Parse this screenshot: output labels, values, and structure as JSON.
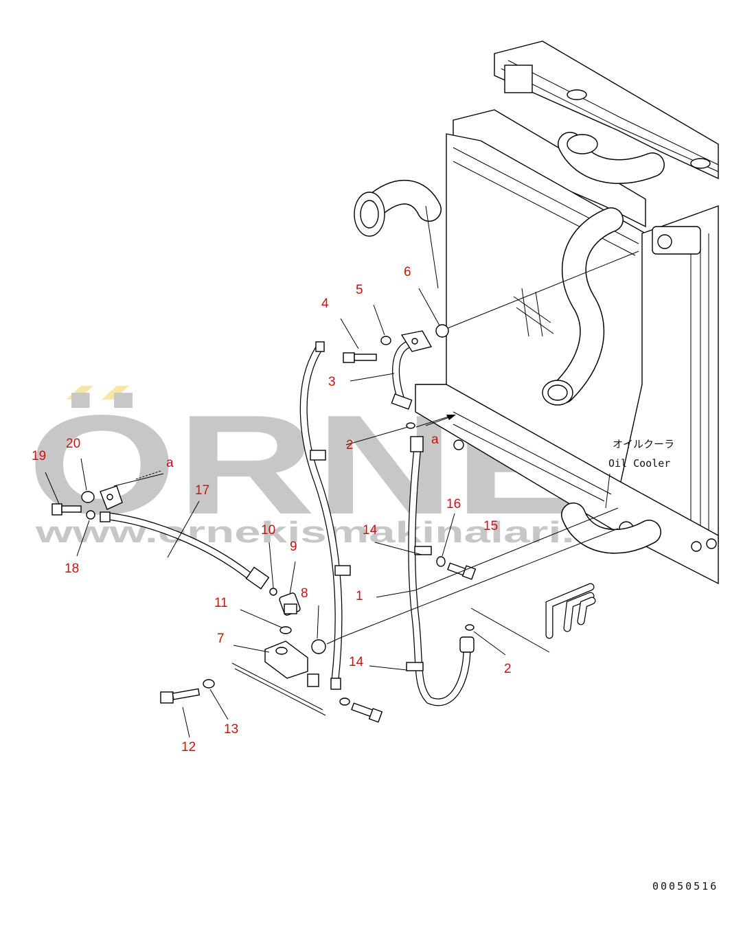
{
  "watermark": {
    "brand": "ÖRNEK",
    "url": "www.ornekismakinalari.com.tr",
    "color": "#9a9a9a",
    "accent": "#f2d25a"
  },
  "labels": {
    "oil_cooler_jp": "オイルクーラ",
    "oil_cooler_en": "Oil Cooler",
    "ref_a_1": "a",
    "ref_a_2": "a",
    "drawing_number": "00050516"
  },
  "callouts": [
    {
      "id": "c6",
      "text": "6"
    },
    {
      "id": "c5",
      "text": "5"
    },
    {
      "id": "c4",
      "text": "4"
    },
    {
      "id": "c3",
      "text": "3"
    },
    {
      "id": "c2a",
      "text": "2"
    },
    {
      "id": "c20",
      "text": "20"
    },
    {
      "id": "c19",
      "text": "19"
    },
    {
      "id": "c17",
      "text": "17"
    },
    {
      "id": "c18",
      "text": "18"
    },
    {
      "id": "c10",
      "text": "10"
    },
    {
      "id": "c9",
      "text": "9"
    },
    {
      "id": "c14a",
      "text": "14"
    },
    {
      "id": "c16",
      "text": "16"
    },
    {
      "id": "c15",
      "text": "15"
    },
    {
      "id": "c1",
      "text": "1"
    },
    {
      "id": "c8",
      "text": "8"
    },
    {
      "id": "c11",
      "text": "11"
    },
    {
      "id": "c7",
      "text": "7"
    },
    {
      "id": "c14b",
      "text": "14"
    },
    {
      "id": "c2b",
      "text": "2"
    },
    {
      "id": "c12",
      "text": "12"
    },
    {
      "id": "c13",
      "text": "13"
    }
  ]
}
